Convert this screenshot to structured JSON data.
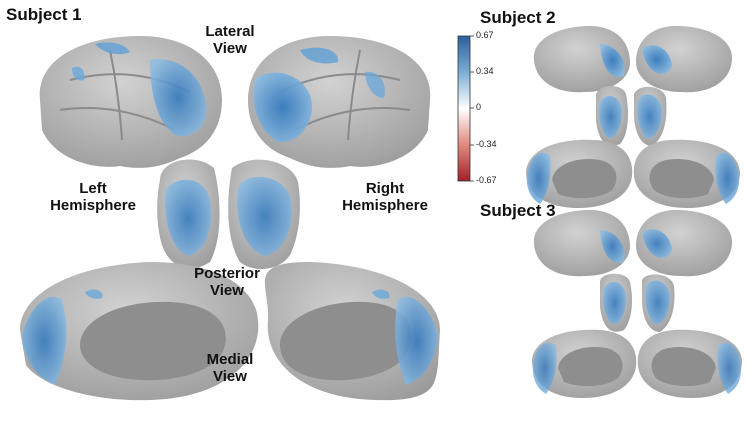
{
  "subjects": {
    "s1": "Subject 1",
    "s2": "Subject 2",
    "s3": "Subject 3"
  },
  "views": {
    "lateral": "Lateral\nView",
    "posterior": "Posterior\nView",
    "medial": "Medial\nView"
  },
  "hemispheres": {
    "left": "Left\nHemisphere",
    "right": "Right\nHemisphere"
  },
  "colorbar": {
    "ticks": [
      "0.67",
      "0.34",
      "0",
      "-0.34",
      "-0.67"
    ],
    "max": 0.67,
    "min": -0.67,
    "colors": {
      "high": "#2b5f9e",
      "mid": "#ffffff",
      "low": "#a3202a"
    }
  },
  "colors": {
    "cortex": "#a7a7a7",
    "cortex_light": "#cdcdcd",
    "medial_wall": "#8e8e8e",
    "activation": "#4f93cf"
  }
}
